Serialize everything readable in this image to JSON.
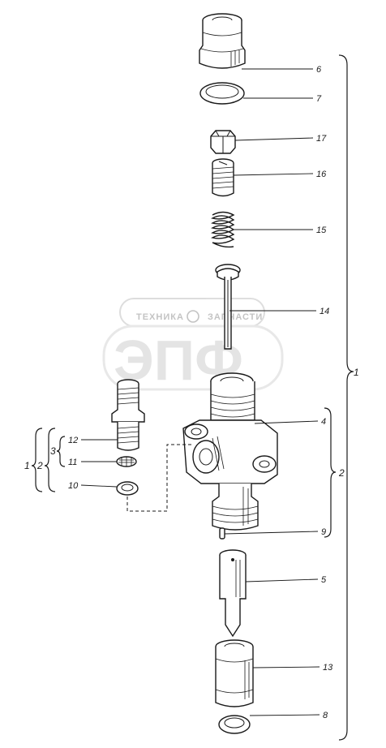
{
  "watermark": {
    "left_text": "ТЕХНИКА",
    "right_text": "ЗАПЧАСТИ",
    "big_text": "ЭПФ"
  },
  "parts": [
    {
      "id": "6",
      "label": "6"
    },
    {
      "id": "7",
      "label": "7"
    },
    {
      "id": "17",
      "label": "17"
    },
    {
      "id": "16",
      "label": "16"
    },
    {
      "id": "15",
      "label": "15"
    },
    {
      "id": "14",
      "label": "14"
    },
    {
      "id": "4",
      "label": "4"
    },
    {
      "id": "9",
      "label": "9"
    },
    {
      "id": "5",
      "label": "5"
    },
    {
      "id": "13",
      "label": "13"
    },
    {
      "id": "8",
      "label": "8"
    },
    {
      "id": "12",
      "label": "12"
    },
    {
      "id": "11",
      "label": "11"
    },
    {
      "id": "10",
      "label": "10"
    }
  ],
  "groups": {
    "right_outer": "1",
    "right_inner": "2",
    "left_1": "1",
    "left_2": "2",
    "left_3": "3"
  }
}
